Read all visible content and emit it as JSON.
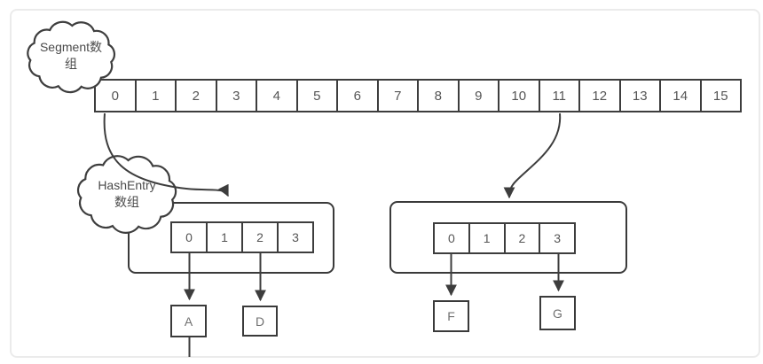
{
  "diagram": {
    "segment_cloud": {
      "line1": "Segment数",
      "line2": "组"
    },
    "hashentry_cloud": {
      "line1": "HashEntry",
      "line2": "数组"
    },
    "segment_array": {
      "cells": [
        "0",
        "1",
        "2",
        "3",
        "4",
        "5",
        "6",
        "7",
        "8",
        "9",
        "10",
        "11",
        "12",
        "13",
        "14",
        "15"
      ]
    },
    "left_bucket": {
      "cells": [
        "0",
        "1",
        "2",
        "3"
      ]
    },
    "right_bucket": {
      "cells": [
        "0",
        "1",
        "2",
        "3"
      ]
    },
    "nodes": {
      "a": "A",
      "d": "D",
      "f": "F",
      "g": "G"
    },
    "colors": {
      "line_stroke": "#3d3d3d",
      "text": "#4f4f4f",
      "frame_border": "#ebebeb",
      "background": "#ffffff"
    }
  }
}
